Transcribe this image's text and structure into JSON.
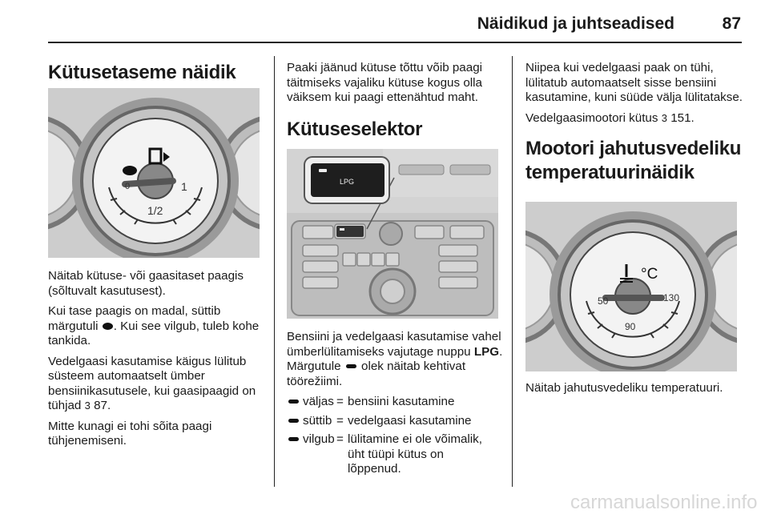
{
  "header": {
    "title": "Näidikud ja juhtseadised",
    "page_number": "87"
  },
  "col1": {
    "heading": "Kütusetaseme näidik",
    "figure": {
      "label_empty": "0",
      "label_half": "1/2",
      "label_full": "1"
    },
    "p1": "Näitab kütuse- või gaasitaset paagis (sõltuvalt kasutusest).",
    "p2a": "Kui tase paagis on madal, süttib märgutuli",
    "p2b": ". Kui see vilgub, tuleb kohe tankida.",
    "p3a": "Vedelgaasi kasutamise käigus lülitub süsteem automaatselt ümber bensiinikasutusele, kui gaasipaagid on tühjad",
    "p3b": "87.",
    "p4": "Mitte kunagi ei tohi sõita paagi tühjenemiseni."
  },
  "col2": {
    "p1": "Paaki jäänud kütuse tõttu võib paagi täitmiseks vajaliku kütuse kogus olla väiksem kui paagi ettenähtud maht.",
    "heading": "Kütuseselektor",
    "figure": {
      "button_label": "LPG"
    },
    "p2a": "Bensiini ja vedelgaasi kasutamise vahel ümberlülitamiseks vajutage nuppu",
    "p2_bold": "LPG",
    "p2b": ". Märgutule",
    "p2c": "olek näitab kehtivat töörežiimi.",
    "table": [
      {
        "state": "väljas",
        "eq": "=",
        "meaning": "bensiini kasutamine"
      },
      {
        "state": "süttib",
        "eq": "=",
        "meaning": "vedelgaasi kasutamine"
      },
      {
        "state": "vilgub",
        "eq": "=",
        "meaning": "lülitamine ei ole võimalik, üht tüüpi kütus on lõppenud."
      }
    ]
  },
  "col3": {
    "p1": "Niipea kui vedelgaasi paak on tühi, lülitatub automaatselt sisse bensiini kasutamine, kuni süüde välja lülitatakse.",
    "p2a": "Vedelgaasimootori kütus",
    "p2b": "151.",
    "heading": "Mootori jahutusvedeliku temperatuurinäidik",
    "figure": {
      "unit": "°C",
      "label_low": "50",
      "label_mid": "90",
      "label_high": "130"
    },
    "p3": "Näitab jahutusvedeliku temperatuuri."
  },
  "ref_symbol": "3",
  "watermark": "carmanualsonline.info"
}
